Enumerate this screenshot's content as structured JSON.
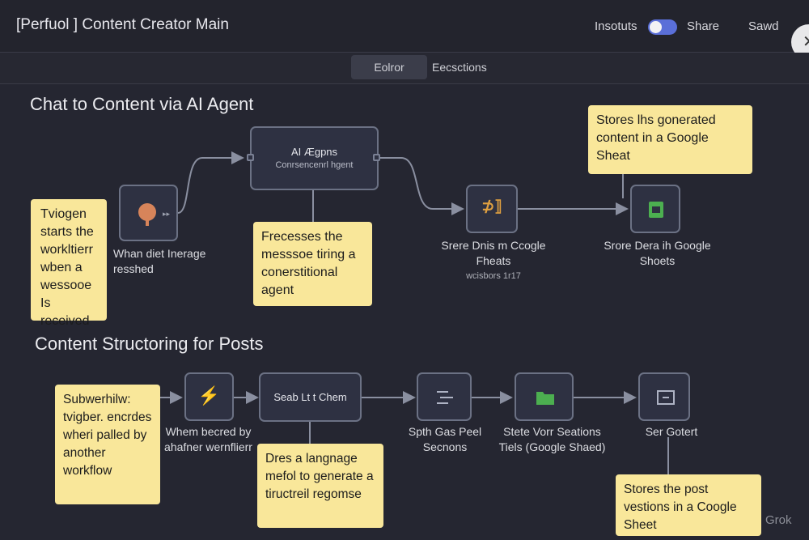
{
  "header": {
    "app_title": "[Perfuol ] Content Creator Main",
    "insights_label": "Insotuts",
    "share_label": "Share",
    "saved_label": "Sawd",
    "corner_icon_glyph": "✕"
  },
  "tabs": [
    {
      "label": "Eolror"
    },
    {
      "label": "Eecsctions"
    }
  ],
  "section1": {
    "title": "Chat to Content via AI Agent",
    "trigger_note": "Tviogen starts the workltierr wben a wessooe Is received",
    "trigger_node_caption": "Whan diet Inerage resshed",
    "agent_node": {
      "title": "AI Ægpns",
      "subtitle": "Conrsencenrl hgent"
    },
    "agent_note": "Frecesses the messsoe tiring a conerstitional agent",
    "store_node_caption": "Srere Dnis m Ccogle Fheats",
    "store_node_sub": "wcisbors 1r17",
    "store_node_glyph": "⊅⟧",
    "store2_node_caption": "Srore Dera ih Google Shoets",
    "store_note": "Stores lhs gonerated content in a Google Sheat"
  },
  "section2": {
    "title": "Content Structoring for Posts",
    "subworkflow_note": "Subwerhilw: tvigber. encrdes wheri palled by another workflow",
    "trigger2_caption": "Whem becred by ahafner wernflierr",
    "llm_node_label": "Seab Lt t Chem",
    "llm_note": "Dres a langnage mefol to generate a tiructreil regomse",
    "split_caption": "Spth Gas Peel Secnons",
    "sections_caption": "Stete Vorr Seations Tiels (Google Shaed)",
    "sort_caption": "Ser Gotert",
    "post_note": "Stores the post vestions in a Coogle Sheet"
  },
  "watermark": "Grok",
  "colors": {
    "background": "#252631",
    "node_fill": "#2e3142",
    "note_yellow": "#f9e79a",
    "accent_orange": "#e0a040",
    "accent_green": "#4caf50",
    "toggle_blue": "#5a6fd8"
  }
}
